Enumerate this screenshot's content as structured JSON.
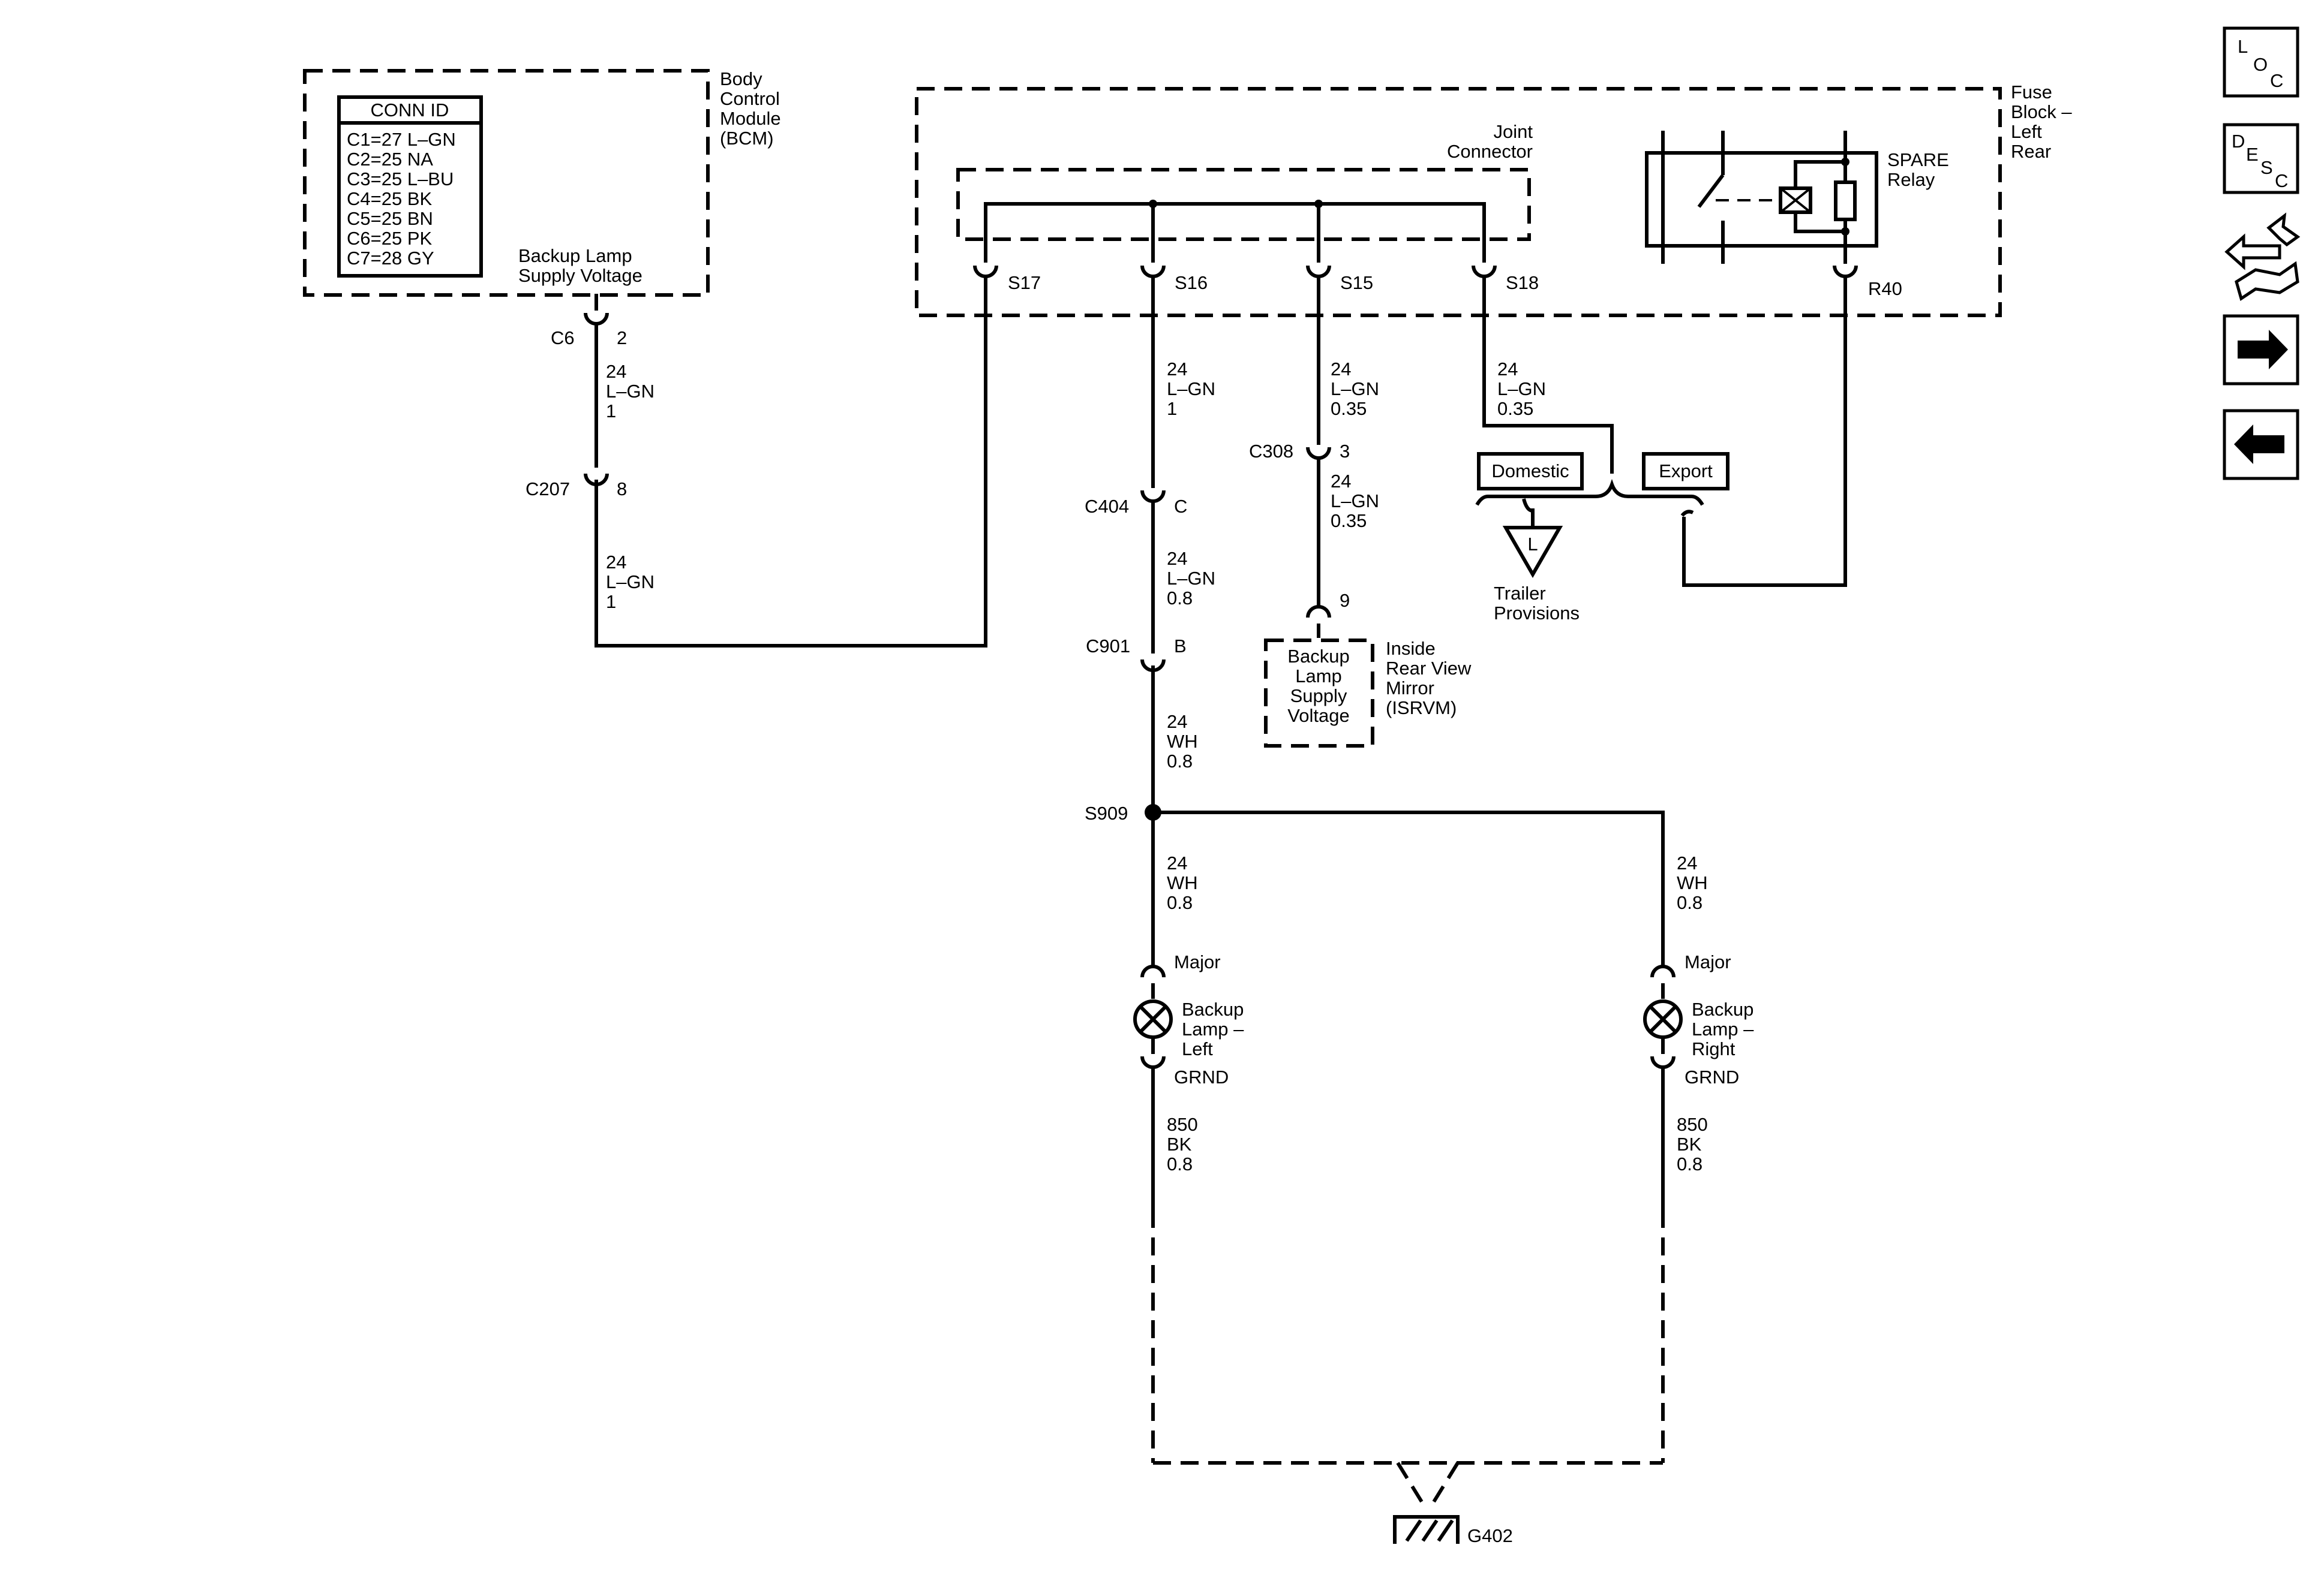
{
  "bcm": {
    "title": [
      "Body",
      "Control",
      "Module",
      "(BCM)"
    ],
    "conn_header": "CONN ID",
    "conn_ids": [
      "C1=27 L–GN",
      "C2=25 NA",
      "C3=25 L–BU",
      "C4=25 BK",
      "C5=25 BN",
      "C6=25 PK",
      "C7=28 GY"
    ],
    "pin_label": [
      "Backup Lamp",
      "Supply Voltage"
    ],
    "connector": "C6",
    "pin": "2"
  },
  "wire_bcm_c207": [
    "24",
    "L–GN",
    "1"
  ],
  "c207": {
    "name": "C207",
    "pin": "8"
  },
  "wire_c207_s17": [
    "24",
    "L–GN",
    "1"
  ],
  "fuse_block": {
    "title": [
      "Fuse",
      "Block –",
      "Left",
      "Rear"
    ],
    "joint_connector": [
      "Joint",
      "Connector"
    ],
    "splices": [
      "S17",
      "S16",
      "S15",
      "S18"
    ],
    "relay": [
      "SPARE",
      "Relay"
    ],
    "relay_pin": "R40"
  },
  "wire_s16_c404": [
    "24",
    "L–GN",
    "1"
  ],
  "c404": {
    "name": "C404",
    "pin": "C"
  },
  "wire_c404_c901": [
    "24",
    "L–GN",
    "0.8"
  ],
  "c901": {
    "name": "C901",
    "pin": "B"
  },
  "wire_c901_s909": [
    "24",
    "WH",
    "0.8"
  ],
  "wire_s15_c308": [
    "24",
    "L–GN",
    "0.35"
  ],
  "c308": {
    "name": "C308",
    "pin": "3"
  },
  "wire_c308_mirror": [
    "24",
    "L–GN",
    "0.35"
  ],
  "mirror": {
    "pin": "9",
    "box_label": [
      "Backup",
      "Lamp",
      "Supply",
      "Voltage"
    ],
    "title": [
      "Inside",
      "Rear View",
      "Mirror",
      "(ISRVM)"
    ]
  },
  "wire_s18": [
    "24",
    "L–GN",
    "0.35"
  ],
  "options": {
    "domestic": "Domestic",
    "export": "Export"
  },
  "trailer": {
    "symbol": "L",
    "label": [
      "Trailer",
      "Provisions"
    ]
  },
  "s909": "S909",
  "wire_s909_left": [
    "24",
    "WH",
    "0.8"
  ],
  "wire_s909_right": [
    "24",
    "WH",
    "0.8"
  ],
  "lamp_left": {
    "major": "Major",
    "name": [
      "Backup",
      "Lamp –",
      "Left"
    ],
    "grnd": "GRND"
  },
  "lamp_right": {
    "major": "Major",
    "name": [
      "Backup",
      "Lamp –",
      "Right"
    ],
    "grnd": "GRND"
  },
  "wire_ground_left": [
    "850",
    "BK",
    "0.8"
  ],
  "wire_ground_right": [
    "850",
    "BK",
    "0.8"
  ],
  "ground": "G402",
  "nav": {
    "loc": [
      "L",
      "O",
      "C"
    ],
    "desc": [
      "D",
      "E",
      "S",
      "C"
    ]
  }
}
